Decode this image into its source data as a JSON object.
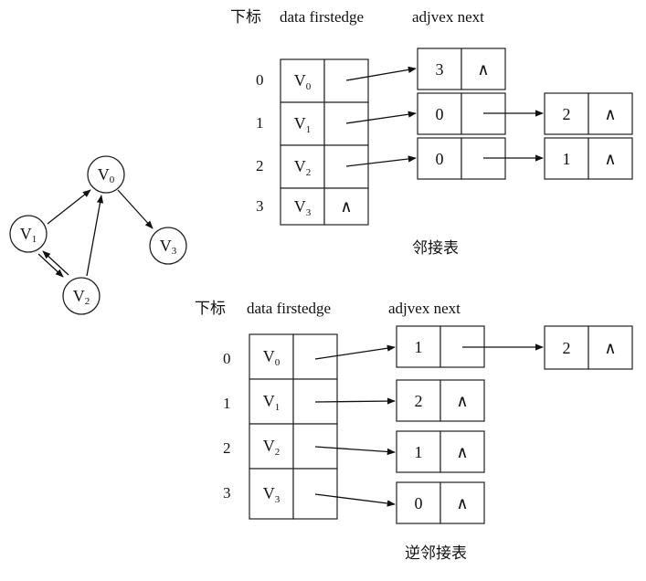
{
  "graph": {
    "nodes": [
      {
        "name": "V",
        "sub": "0"
      },
      {
        "name": "V",
        "sub": "1"
      },
      {
        "name": "V",
        "sub": "2"
      },
      {
        "name": "V",
        "sub": "3"
      }
    ]
  },
  "adjacency": {
    "header": {
      "index": "下标",
      "vertex": "data firstedge",
      "edge": "adjvex  next"
    },
    "rows": [
      {
        "index": "0",
        "name": "V",
        "sub": "0",
        "first_null": "",
        "nodes": [
          {
            "adjvex": "3",
            "next": "∧"
          }
        ]
      },
      {
        "index": "1",
        "name": "V",
        "sub": "1",
        "first_null": "",
        "nodes": [
          {
            "adjvex": "0",
            "next": ""
          },
          {
            "adjvex": "2",
            "next": "∧"
          }
        ]
      },
      {
        "index": "2",
        "name": "V",
        "sub": "2",
        "first_null": "",
        "nodes": [
          {
            "adjvex": "0",
            "next": ""
          },
          {
            "adjvex": "1",
            "next": "∧"
          }
        ]
      },
      {
        "index": "3",
        "name": "V",
        "sub": "3",
        "first_null": "∧",
        "nodes": []
      }
    ],
    "caption": "邻接表"
  },
  "inverse": {
    "header": {
      "index": "下标",
      "vertex": "data firstedge",
      "edge": "adjvex  next"
    },
    "rows": [
      {
        "index": "0",
        "name": "V",
        "sub": "0",
        "first_null": "",
        "nodes": [
          {
            "adjvex": "1",
            "next": ""
          },
          {
            "adjvex": "2",
            "next": "∧"
          }
        ]
      },
      {
        "index": "1",
        "name": "V",
        "sub": "1",
        "first_null": "",
        "nodes": [
          {
            "adjvex": "2",
            "next": "∧"
          }
        ]
      },
      {
        "index": "2",
        "name": "V",
        "sub": "2",
        "first_null": "",
        "nodes": [
          {
            "adjvex": "1",
            "next": "∧"
          }
        ]
      },
      {
        "index": "3",
        "name": "V",
        "sub": "3",
        "first_null": "",
        "nodes": [
          {
            "adjvex": "0",
            "next": "∧"
          }
        ]
      }
    ],
    "caption": "逆邻接表"
  }
}
